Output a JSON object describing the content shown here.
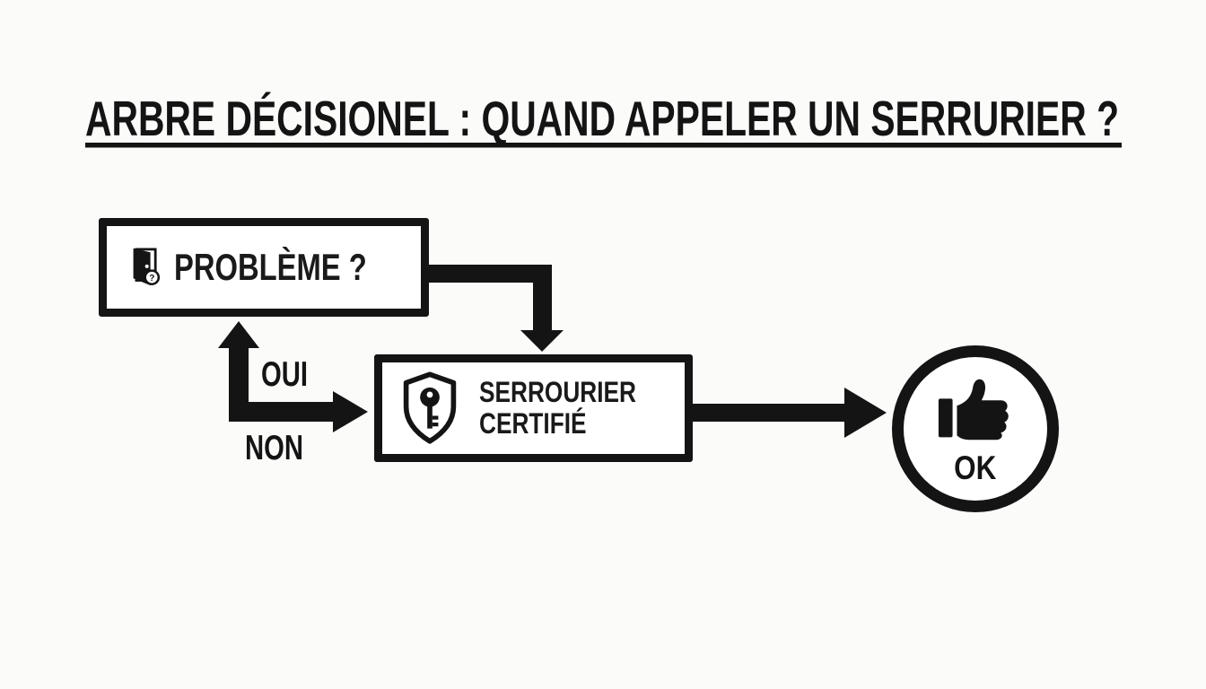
{
  "title": "ARBRE DÉCISIONEL : QUAND APPELER UN SERRURIER ?",
  "nodes": {
    "problem": {
      "label": "PROBLÈME ?"
    },
    "locksmith": {
      "line1": "SERROURIER",
      "line2": "CERTIFIÉ"
    },
    "ok": {
      "label": "OK"
    }
  },
  "edges": {
    "yes_label": "OUI",
    "no_label": "NON"
  },
  "icons": {
    "problem_icon": "open-door-question-icon",
    "locksmith_icon": "shield-key-icon",
    "ok_icon": "thumbs-up-icon",
    "door_question_mark": "?"
  },
  "colors": {
    "ink": "#141414",
    "background": "#fbfbfa",
    "node_fill": "#ffffff"
  }
}
